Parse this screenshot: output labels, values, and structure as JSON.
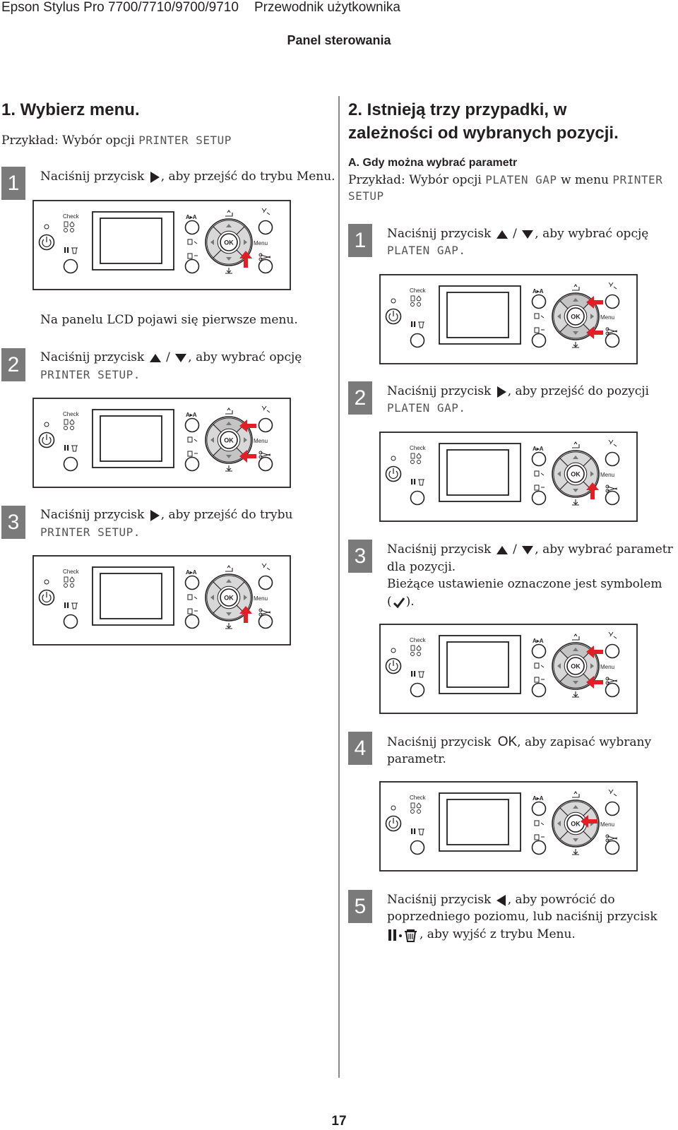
{
  "header": {
    "product": "Epson Stylus Pro 7700/7710/9700/9710",
    "guide": "Przewodnik użytkownika"
  },
  "section_title": "Panel sterowania",
  "page_number": "17",
  "panel_labels": {
    "check": "Check",
    "ok": "OK",
    "menu": "Menu",
    "aa": "A▸A"
  },
  "left": {
    "heading": "1. Wybierz menu.",
    "example_prefix": "Przykład: Wybór opcji",
    "example_mono": "PRINTER SETUP",
    "step1": {
      "num": "1",
      "text_pre": "Naciśnij przycisk",
      "text_post": ", aby przejść do trybu Menu."
    },
    "after1": "Na panelu LCD pojawi się pierwsze menu.",
    "step2": {
      "num": "2",
      "text_pre": "Naciśnij przycisk",
      "slash": "/",
      "text_post": ", aby wybrać opcję",
      "mono": "PRINTER SETUP."
    },
    "step3": {
      "num": "3",
      "text_pre": "Naciśnij przycisk",
      "text_post": ", aby przejść do trybu",
      "mono": "PRINTER SETUP."
    }
  },
  "right": {
    "heading_line1": "2. Istnieją trzy przypadki, w",
    "heading_line2": "zależności od wybranych pozycji.",
    "subheading": "A. Gdy można wybrać parametr",
    "example_prefix": "Przykład: Wybór opcji",
    "example_mono1": "PLATEN GAP",
    "example_mid": "w menu",
    "example_mono2": "PRINTER",
    "example_mono3": "SETUP",
    "step1": {
      "num": "1",
      "text_pre": "Naciśnij przycisk",
      "slash": "/",
      "text_post": ", aby wybrać opcję",
      "mono": "PLATEN GAP."
    },
    "step2": {
      "num": "2",
      "text_pre": "Naciśnij przycisk",
      "text_post": ", aby przejść do pozycji",
      "mono": "PLATEN GAP."
    },
    "step3": {
      "num": "3",
      "text_pre": "Naciśnij przycisk",
      "slash": "/",
      "text_post": ", aby wybrać parametr",
      "line2": "dla pozycji.",
      "line3": "Bieżące ustawienie oznaczone jest symbolem",
      "line4_pre": "(",
      "line4_post": ")."
    },
    "step4": {
      "num": "4",
      "text_pre": "Naciśnij przycisk",
      "ok_glyph": "OK",
      "text_post": ", aby zapisać wybrany",
      "line2": "parametr."
    },
    "step5": {
      "num": "5",
      "text_pre": "Naciśnij przycisk",
      "text_post": ", aby powrócić do",
      "line2": "poprzedniego poziomu, lub naciśnij przycisk",
      "line3_post": ", aby wyjść z trybu Menu."
    }
  }
}
